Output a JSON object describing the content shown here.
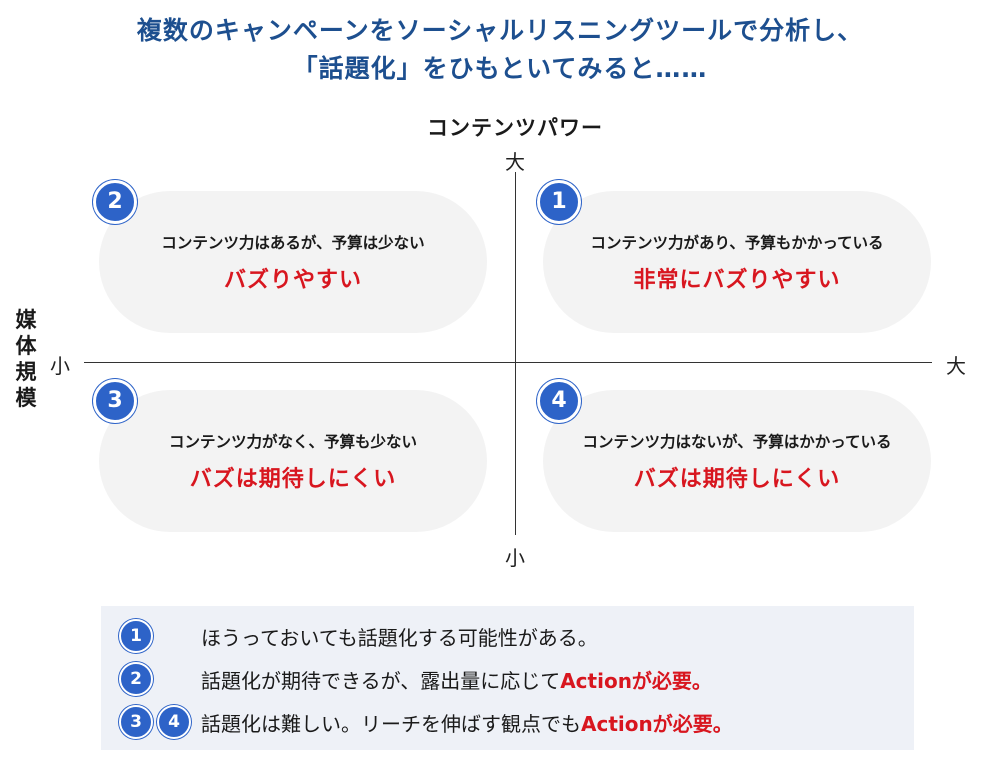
{
  "title": {
    "line1": "複数のキャンペーンをソーシャルリスニングツールで分析し、",
    "line2": "「話題化」をひもといてみると……"
  },
  "axes": {
    "vertical_title": "コンテンツパワー",
    "horizontal_title": "媒体規模",
    "top": "大",
    "bottom": "小",
    "left": "小",
    "right": "大"
  },
  "quadrants": [
    {
      "number": "1",
      "description": "コンテンツ力があり、予算もかかっている",
      "verdict": "非常にバズりやすい"
    },
    {
      "number": "2",
      "description": "コンテンツ力はあるが、予算は少ない",
      "verdict": "バズりやすい"
    },
    {
      "number": "3",
      "description": "コンテンツ力がなく、予算も少ない",
      "verdict": "バズは期待しにくい"
    },
    {
      "number": "4",
      "description": "コンテンツ力はないが、予算はかかっている",
      "verdict": "バズは期待しにくい"
    }
  ],
  "legend": [
    {
      "badges": [
        "1"
      ],
      "text": "ほうっておいても話題化する可能性がある。",
      "highlight": ""
    },
    {
      "badges": [
        "2"
      ],
      "text": "話題化が期待できるが、露出量に応じて",
      "highlight": "Actionが必要。"
    },
    {
      "badges": [
        "3",
        "4"
      ],
      "text": "話題化は難しい。リーチを伸ばす観点でも",
      "highlight": "Actionが必要。"
    }
  ],
  "colors": {
    "title_blue": "#1d4f8f",
    "badge_blue": "#2d63c8",
    "accent_red": "#d8161f",
    "quadrant_bg": "#f3f3f3",
    "legend_bg": "#eef1f7"
  }
}
